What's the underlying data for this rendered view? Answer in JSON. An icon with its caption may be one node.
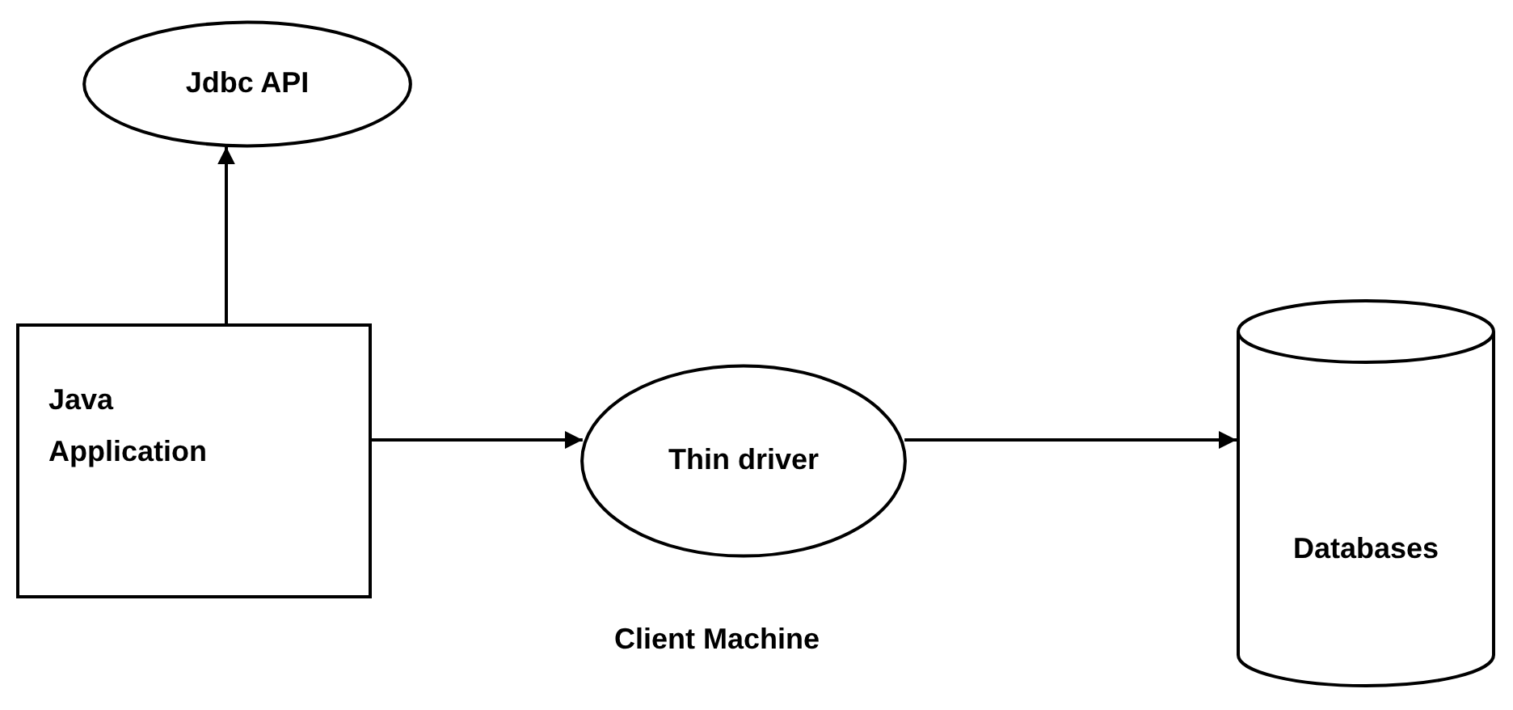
{
  "diagram": {
    "nodes": [
      {
        "text": [
          "Jdbc API"
        ]
      },
      {
        "text": [
          "Java Application"
        ]
      },
      {
        "text": [
          "Thin driver"
        ]
      },
      {
        "text": [
          "Databases"
        ]
      }
    ],
    "edges": [
      {
        "from": 1,
        "to": 0,
        "arrow": "to"
      },
      {
        "from": 1,
        "to": 2,
        "arrow": "to"
      },
      {
        "from": 2,
        "to": 3,
        "arrow": "to"
      }
    ],
    "labels": [
      "Client Machine"
    ]
  }
}
